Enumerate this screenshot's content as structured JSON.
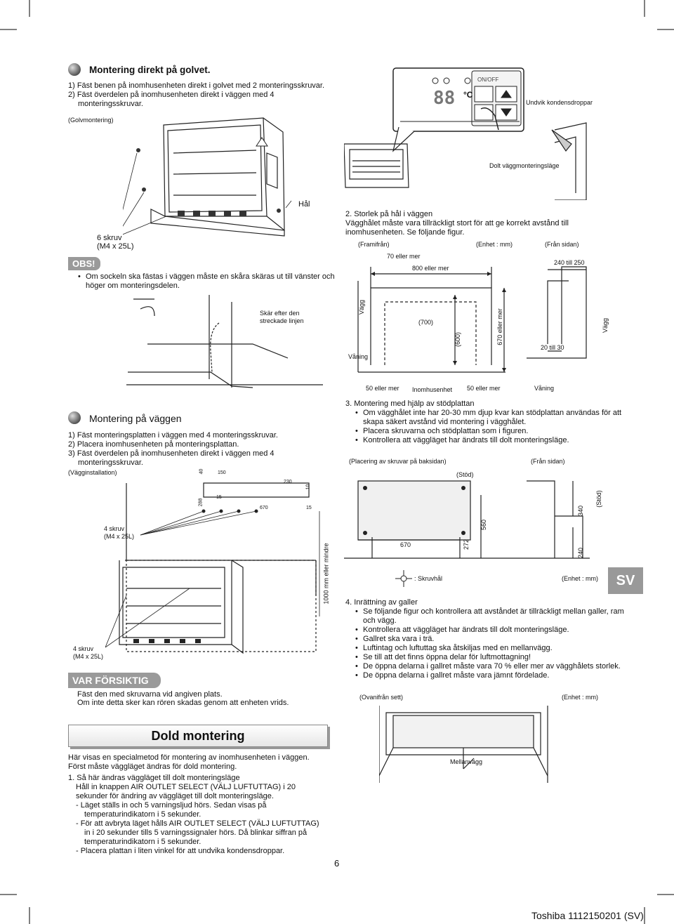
{
  "section1": {
    "title": "Montering direkt på golvet.",
    "steps": [
      "1) Fäst benen på inomhusenheten direkt i golvet med 2 monteringsskruvar.",
      "2) Fäst överdelen på inomhusenheten direkt i väggen med 4",
      "monteringsskruvar."
    ],
    "caption": "(Golvmontering)",
    "hole_label": "Hål",
    "screw_label": "6 skruv",
    "screw_spec": "(M4 x 25L)"
  },
  "remote": {
    "on_off": "ON/OFF",
    "display": "88",
    "unit": "°C",
    "drip_label": "Undvik kondensdroppar",
    "concealed_label": "Dolt väggmonteringsläge"
  },
  "obs": {
    "label": "OBS!",
    "bullet": "Om sockeln ska fästas i väggen måste en skåra skäras ut till vänster och höger om monteringsdelen.",
    "cut_label": "Skär efter den streckade linjen"
  },
  "hole": {
    "title": "2. Storlek på hål i väggen",
    "line1": "Vägghålet måste vara tillräckligt stort för att ge korrekt avstånd till",
    "line2": "inomhusenheten. Se följande figur.",
    "front": "(Framifrån)",
    "unit": "(Enhet : mm)",
    "side": "(Från sidan)",
    "d_70": "70 eller mer",
    "d_800": "800 eller mer",
    "d_240": "240 till 250",
    "wall": "Vägg",
    "floor": "Våning",
    "d_700": "(700)",
    "d_600": "(600)",
    "d_670": "670 eller mer",
    "d_20": "20 till 30",
    "wall2": "Vägg",
    "b_50a": "50 eller mer",
    "b_unit": "Inomhusenhet",
    "b_50b": "50 eller mer",
    "b_floor": "Våning"
  },
  "section2": {
    "title": "Montering på väggen",
    "steps": [
      "1) Fäst monteringsplatten i väggen med 4 monteringsskruvar.",
      "2) Placera inomhusenheten på monteringsplattan.",
      "3) Fäst överdelen på inomhusenheten direkt i väggen med 4",
      "monteringsskruvar."
    ],
    "caption": "(Vägginstallation)",
    "screw1": "4 skruv",
    "screw1_spec": "(M4 x 25L)",
    "screw2": "4 skruv",
    "screw2_spec": "(M4 x 25L)",
    "d_150": "150",
    "d_40": "40",
    "d_230": "230",
    "d_10": "10",
    "d_288": "288",
    "d_15a": "15",
    "d_670": "670",
    "d_15b": "15",
    "d_1000": "1000 mm eller mindre"
  },
  "caution": {
    "label": "VAR FÖRSIKTIG",
    "line1": "Fäst den med skruvarna vid angiven plats.",
    "line2": "Om inte detta sker kan rören skadas genom att enheten vrids."
  },
  "plate": {
    "title": "3. Montering med hjälp av stödplattan",
    "bullets": [
      "Om vägghålet inte har 20-30 mm djup kvar kan stödplattan användas för att skapa säkert avstånd vid montering i vägghålet.",
      "Placera skruvarna och stödplattan som i figuren.",
      "Kontrollera att väggläget har ändrats till dolt monteringsläge."
    ],
    "screw_pos": "(Placering av skruvar på baksidan)",
    "support": "(Stöd)",
    "side": "(Från sidan)",
    "d_670": "670",
    "d_272": "272",
    "d_560": "560",
    "d_340": "340",
    "support2": "(Stöd)",
    "d_240": "240",
    "hole_legend": ": Skruvhål",
    "unit": "(Enhet : mm)"
  },
  "grille": {
    "title": "4. Inrättning av galler",
    "bullets": [
      "Se följande figur och kontrollera att avståndet är tillräckligt mellan galler, ram och vägg.",
      "Kontrollera att väggläget har ändrats till dolt monteringsläge.",
      "Gallret ska vara i trä.",
      "Luftintag och luftuttag ska åtskiljas med en mellanvägg.",
      "Se till att det finns öppna delar för luftmottagning!",
      "De öppna delarna i gallret måste vara 70 % eller mer av vägghålets storlek.",
      "De öppna delarna i gallret måste vara jämnt fördelade."
    ],
    "top": "(Ovanifrån sett)",
    "unit": "(Enhet : mm)",
    "partition": "Mellanvägg"
  },
  "dold": {
    "title": "Dold montering",
    "intro1": "Här visas en specialmetod för montering av inomhusenheten i väggen.",
    "intro2": "Först måste väggläget ändras för dold montering.",
    "step_title": "1. Så här ändras väggläget till dolt monteringsläge",
    "step_lines": [
      "Håll in knappen AIR OUTLET SELECT (VÄLJ LUFTUTTAG) i 20",
      "sekunder för ändring av väggläget till dolt monteringsläge.",
      "-  Läget ställs in och 5 varningsljud hörs. Sedan visas på",
      "temperaturindikatorn i 5 sekunder.",
      "-  För att avbryta läget hålls AIR OUTLET SELECT (VÄLJ LUFTUTTAG)",
      "in i 20 sekunder tills 5 varningssignaler hörs. Då blinkar siffran på",
      "temperaturindikatorn i 5 sekunder.",
      "-  Placera plattan i liten vinkel för att undvika kondensdroppar."
    ]
  },
  "lang": "SV",
  "page_number": "6",
  "footer": "Toshiba 1112150201 (SV)"
}
